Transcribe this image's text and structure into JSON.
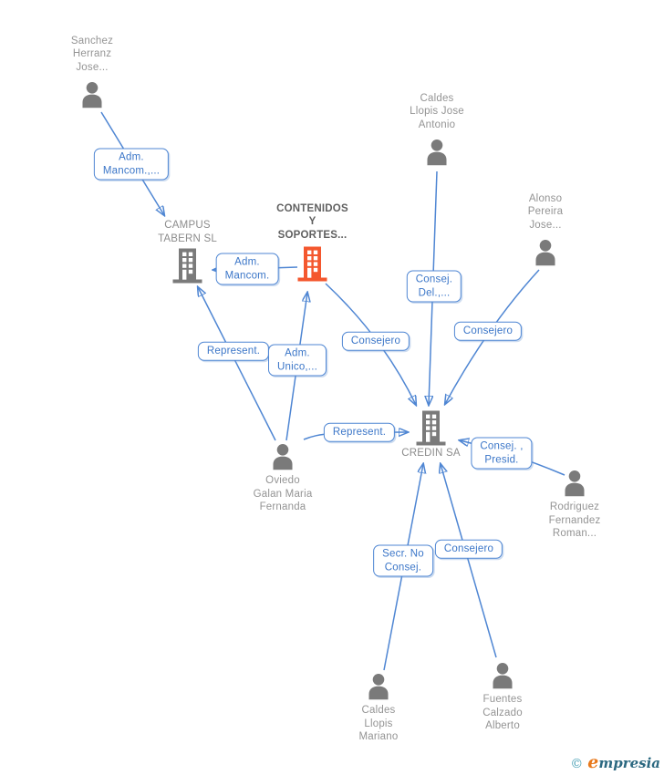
{
  "colors": {
    "edge_blue": "#4f86d3",
    "box_border_blue": "#4f86d3",
    "box_text_blue": "#3b76c8",
    "node_gray": "#7a7a7a",
    "highlight_orange": "#f4572e",
    "person_label_gray": "#949494",
    "company_label_gray": "#8c8c8c",
    "company_label_dark": "#606060",
    "watermark_teal": "#2b6880",
    "watermark_orange": "#e8791c"
  },
  "nodes": {
    "sanchez": {
      "label": "Sanchez\nHerranz\nJose...",
      "type": "person",
      "icon": "person-icon"
    },
    "caldes_jose": {
      "label": "Caldes\nLlopis Jose\nAntonio",
      "type": "person",
      "icon": "person-icon"
    },
    "alonso": {
      "label": "Alonso\nPereira\nJose...",
      "type": "person",
      "icon": "person-icon"
    },
    "campus": {
      "label": "CAMPUS\nTABERN SL",
      "type": "company",
      "icon": "building-icon"
    },
    "contenidos": {
      "label": "CONTENIDOS\nY\nSOPORTES...",
      "type": "company",
      "icon": "building-icon",
      "highlighted": true
    },
    "credin": {
      "label": "CREDIN SA",
      "type": "company",
      "icon": "building-icon"
    },
    "oviedo": {
      "label": "Oviedo\nGalan Maria\nFernanda",
      "type": "person",
      "icon": "person-icon"
    },
    "rodriguez": {
      "label": "Rodriguez\nFernandez\nRoman...",
      "type": "person",
      "icon": "person-icon"
    },
    "caldes_mariano": {
      "label": "Caldes\nLlopis\nMariano",
      "type": "person",
      "icon": "person-icon"
    },
    "fuentes": {
      "label": "Fuentes\nCalzado\nAlberto",
      "type": "person",
      "icon": "person-icon"
    }
  },
  "edges": {
    "adm_mancom_1": {
      "label": "Adm.\nMancom.,...",
      "from": "sanchez",
      "to": "campus"
    },
    "adm_mancom_2": {
      "label": "Adm.\nMancom.",
      "from": "contenidos",
      "to": "campus"
    },
    "represent_left": {
      "label": "Represent.",
      "from": "oviedo",
      "to": "campus"
    },
    "adm_unico": {
      "label": "Adm.\nUnico,...",
      "from": "oviedo",
      "to": "contenidos"
    },
    "consejero_mid": {
      "label": "Consejero",
      "from": "contenidos",
      "to": "credin"
    },
    "consej_del": {
      "label": "Consej.\nDel.,...",
      "from": "caldes_jose",
      "to": "credin"
    },
    "consejero_right": {
      "label": "Consejero",
      "from": "alonso",
      "to": "credin"
    },
    "represent_center": {
      "label": "Represent.",
      "from": "oviedo",
      "to": "credin"
    },
    "consej_presid": {
      "label": "Consej. ,\nPresid.",
      "from": "rodriguez",
      "to": "credin"
    },
    "secr_no_consej": {
      "label": "Secr. No\nConsej.",
      "from": "caldes_mariano",
      "to": "credin"
    },
    "consejero_bottom": {
      "label": "Consejero",
      "from": "fuentes",
      "to": "credin"
    }
  },
  "watermark": {
    "symbol": "©",
    "brand_lead": "e",
    "brand_rest": "mpresia"
  }
}
